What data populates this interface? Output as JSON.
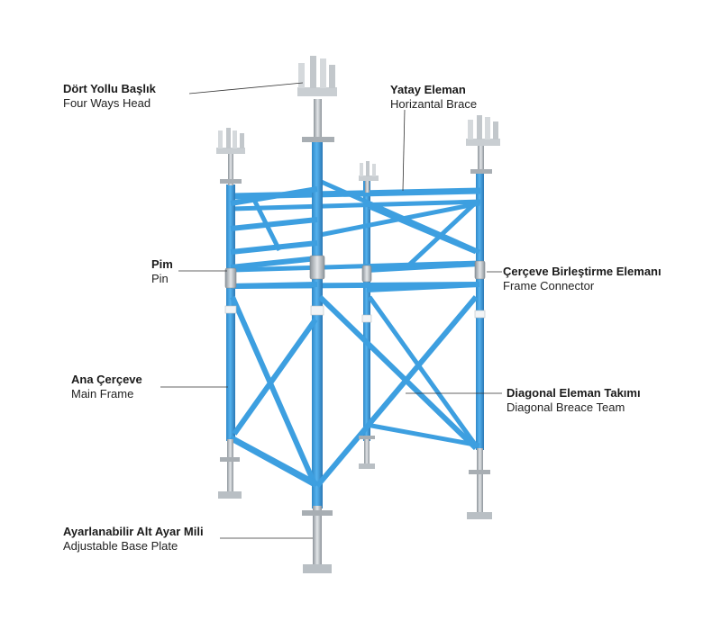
{
  "colors": {
    "frame_blue": "#3d9fe0",
    "frame_dark": "#2a7fbf",
    "steel": "#b9bfc4",
    "steel_dark": "#8a9198",
    "leader_line": "#333333"
  },
  "labels": {
    "four_ways_head": {
      "tr": "Dört Yollu Başlık",
      "en": "Four Ways Head"
    },
    "horizontal_brace": {
      "tr": "Yatay Eleman",
      "en": "Horizantal Brace"
    },
    "pin": {
      "tr": "Pim",
      "en": "Pin"
    },
    "frame_connector": {
      "tr": "Çerçeve Birleştirme Elemanı",
      "en": "Frame Connector"
    },
    "main_frame": {
      "tr": "Ana Çerçeve",
      "en": "Main Frame"
    },
    "diagonal_brace": {
      "tr": "Diagonal Eleman Takımı",
      "en": "Diagonal Breace Team"
    },
    "base_plate": {
      "tr": "Ayarlanabilir Alt Ayar Mili",
      "en": "Adjustable Base Plate"
    }
  }
}
